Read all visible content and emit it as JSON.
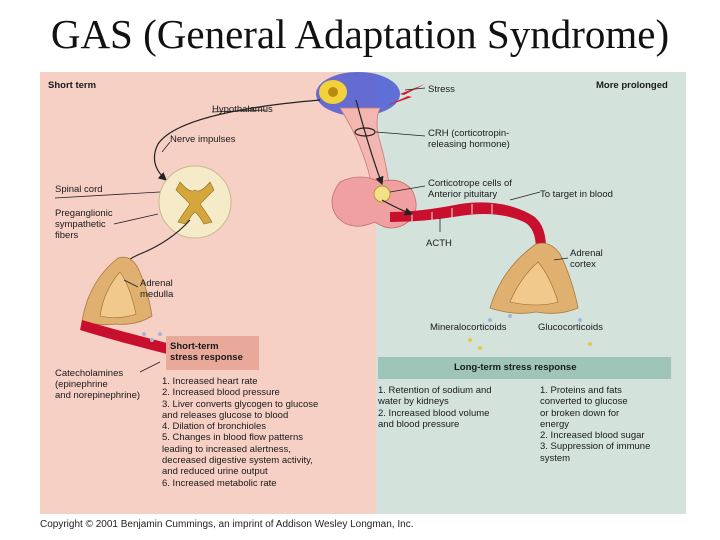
{
  "title": "GAS (General Adaptation Syndrome)",
  "headers": {
    "short_term": "Short term",
    "more_prolonged": "More prolonged"
  },
  "labels": {
    "stress": "Stress",
    "hypothalamus": "Hypothalamus",
    "nerve_impulses": "Nerve impulses",
    "crh": "CRH (corticotropin-\nreleasing hormone)",
    "spinal_cord": "Spinal cord",
    "corticotrope": "Corticotrope cells of\nAnterior pituitary",
    "to_target": "To target in blood",
    "preganglionic": "Preganglionic\nsympathetic\nfibers",
    "acth": "ACTH",
    "adrenal_cortex": "Adrenal\ncortex",
    "adrenal_medulla": "Adrenal\nmedulla",
    "mineralocorticoids": "Mineralocorticoids",
    "glucocorticoids": "Glucocorticoids",
    "catecholamines": "Catecholamines\n(epinephrine\nand norepinephrine)"
  },
  "short_term_box": "Short-term\nstress response",
  "long_term_box": "Long-term stress response",
  "short_term_list": [
    "1. Increased heart rate",
    "2. Increased blood pressure",
    "3. Liver converts glycogen to glucose\n    and releases glucose to blood",
    "4. Dilation of bronchioles",
    "5. Changes in blood flow patterns\n    leading to increased alertness,\n    decreased digestive system activity,\n    and reduced urine output",
    "6. Increased metabolic rate"
  ],
  "long_term_list_1": [
    "1. Retention of sodium and\n    water by kidneys",
    "2. Increased blood volume\n    and blood pressure"
  ],
  "long_term_list_2": [
    "1. Proteins and fats\n    converted to glucose\n    or broken down for\n    energy",
    "2. Increased blood sugar",
    "3. Suppression of immune\n    system"
  ],
  "copyright": "Copyright © 2001 Benjamin Cummings, an imprint of Addison Wesley Longman, Inc.",
  "colors": {
    "short_term_bg": "#f6cfc5",
    "long_term_bg": "#d3e3dc",
    "short_box": "#e8a89a",
    "long_box": "#9fc4b8",
    "blood_vessel": "#c8102e",
    "hypothalamus_blue": "#4a5bd4",
    "pituitary_pink": "#f0a0a0",
    "gland_tan": "#e0b070"
  }
}
